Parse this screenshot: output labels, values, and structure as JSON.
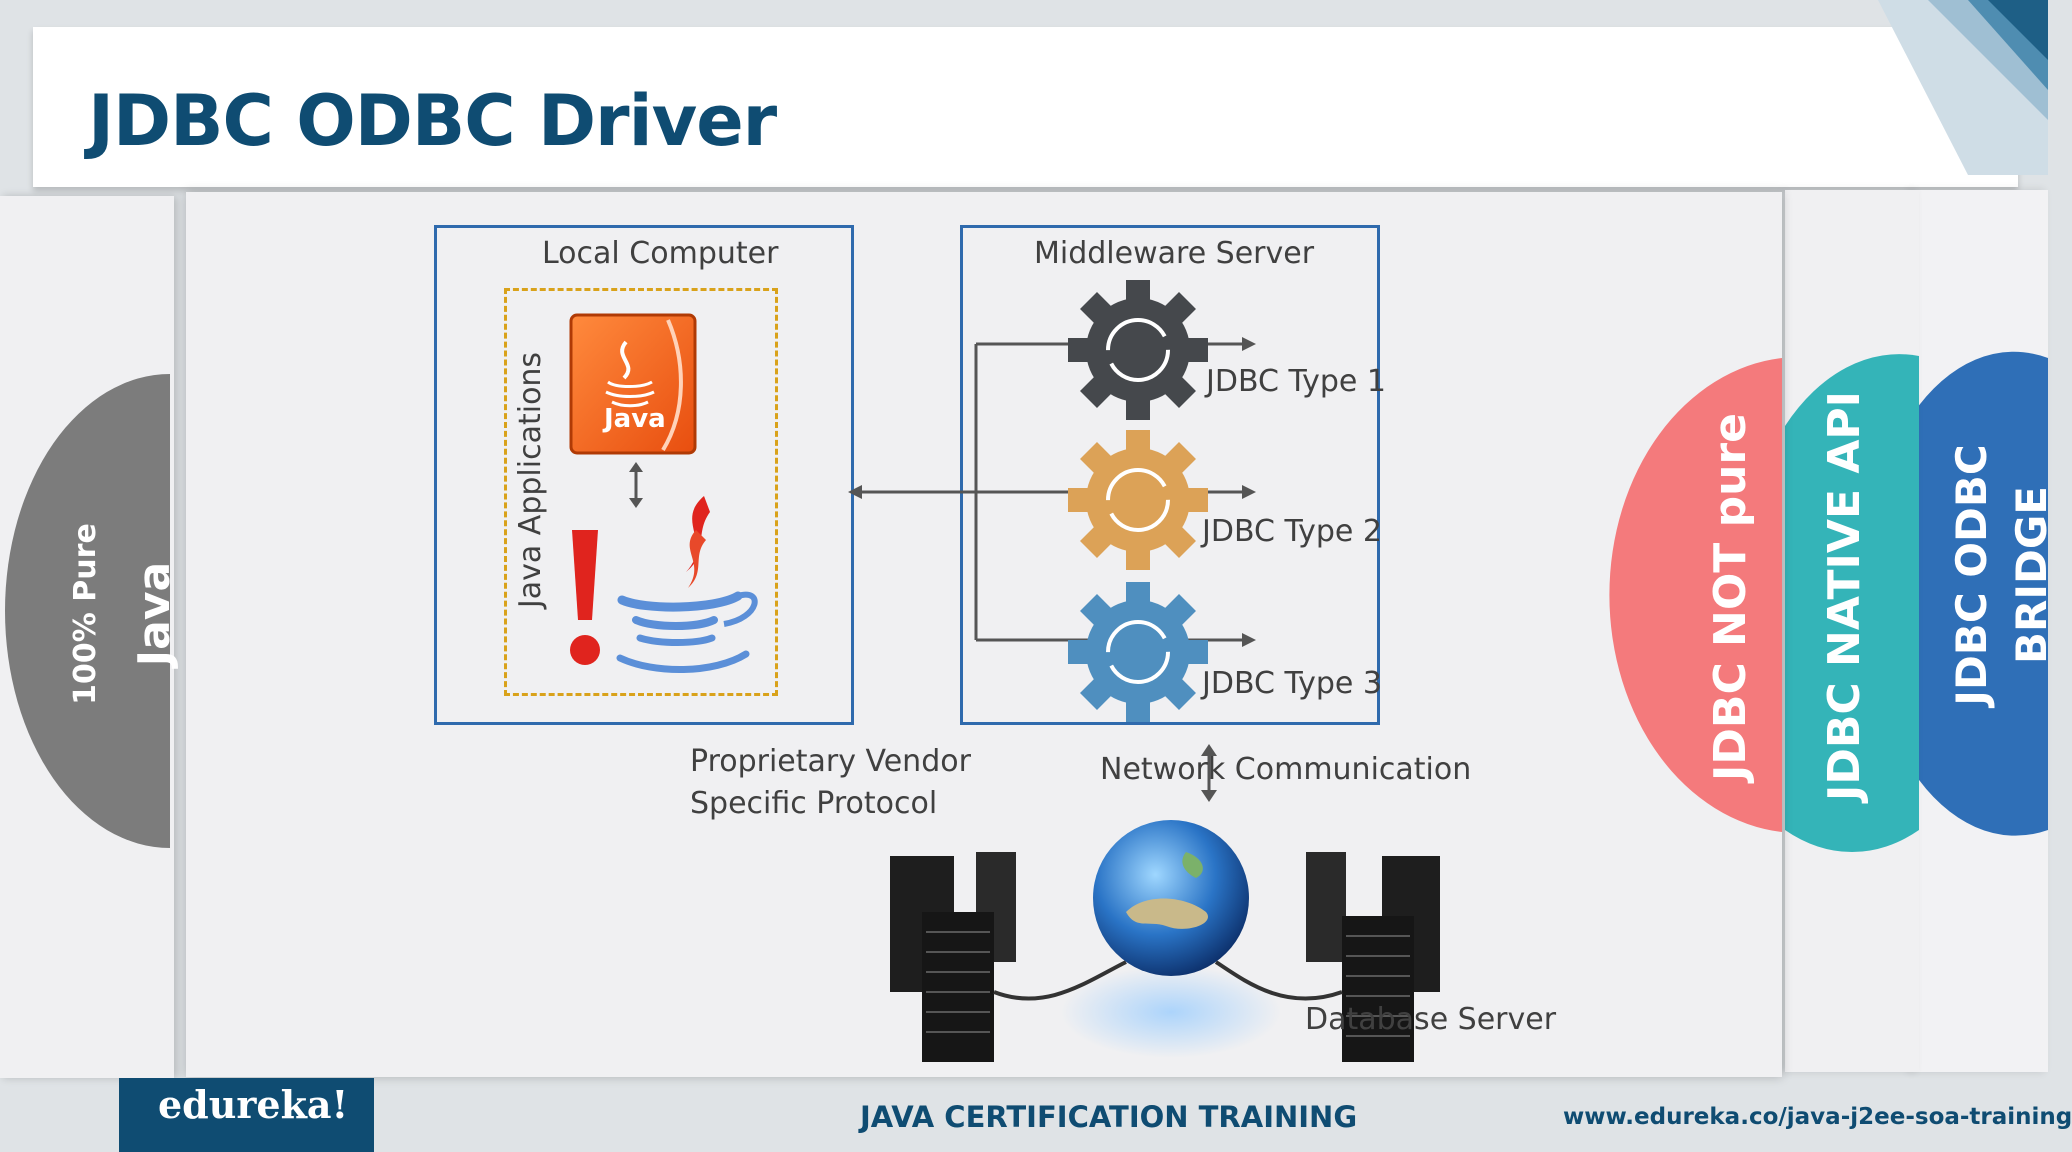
{
  "title": "JDBC ODBC Driver",
  "left_tab": {
    "line1": "100% Pure",
    "line2": "Java",
    "color": "#7c7c7c"
  },
  "right_tabs": [
    {
      "label": "JDBC NOT pure",
      "color": "#f47a7c"
    },
    {
      "label": "JDBC NATIVE API",
      "color": "#34b4b8"
    },
    {
      "line1": "JDBC ODBC",
      "line2": "BRIDGE",
      "color": "#2f6fb7"
    }
  ],
  "diagram": {
    "local_computer": "Local Computer",
    "java_applications": "Java Applications",
    "java_logo_text": "Java",
    "middleware_server": "Middleware Server",
    "gears": [
      {
        "label": "JDBC Type 1",
        "color": "#45484c"
      },
      {
        "label": "JDBC Type 2",
        "color": "#dca257"
      },
      {
        "label": "JDBC Type 3",
        "color": "#4f8fbf"
      }
    ],
    "protocol_line1": "Proprietary Vendor",
    "protocol_line2": "Specific Protocol",
    "network_communication": "Network Communication",
    "database_server": "Database Server"
  },
  "footer": {
    "logo": "edureka!",
    "course": "JAVA CERTIFICATION TRAINING",
    "url": "www.edureka.co/java-j2ee-soa-training"
  },
  "colors": {
    "brand_blue": "#0f4c72",
    "box_border": "#2f6aad",
    "dashed_border": "#d9a21b",
    "java_orange": "#f26522",
    "java_red": "#e0241e"
  }
}
